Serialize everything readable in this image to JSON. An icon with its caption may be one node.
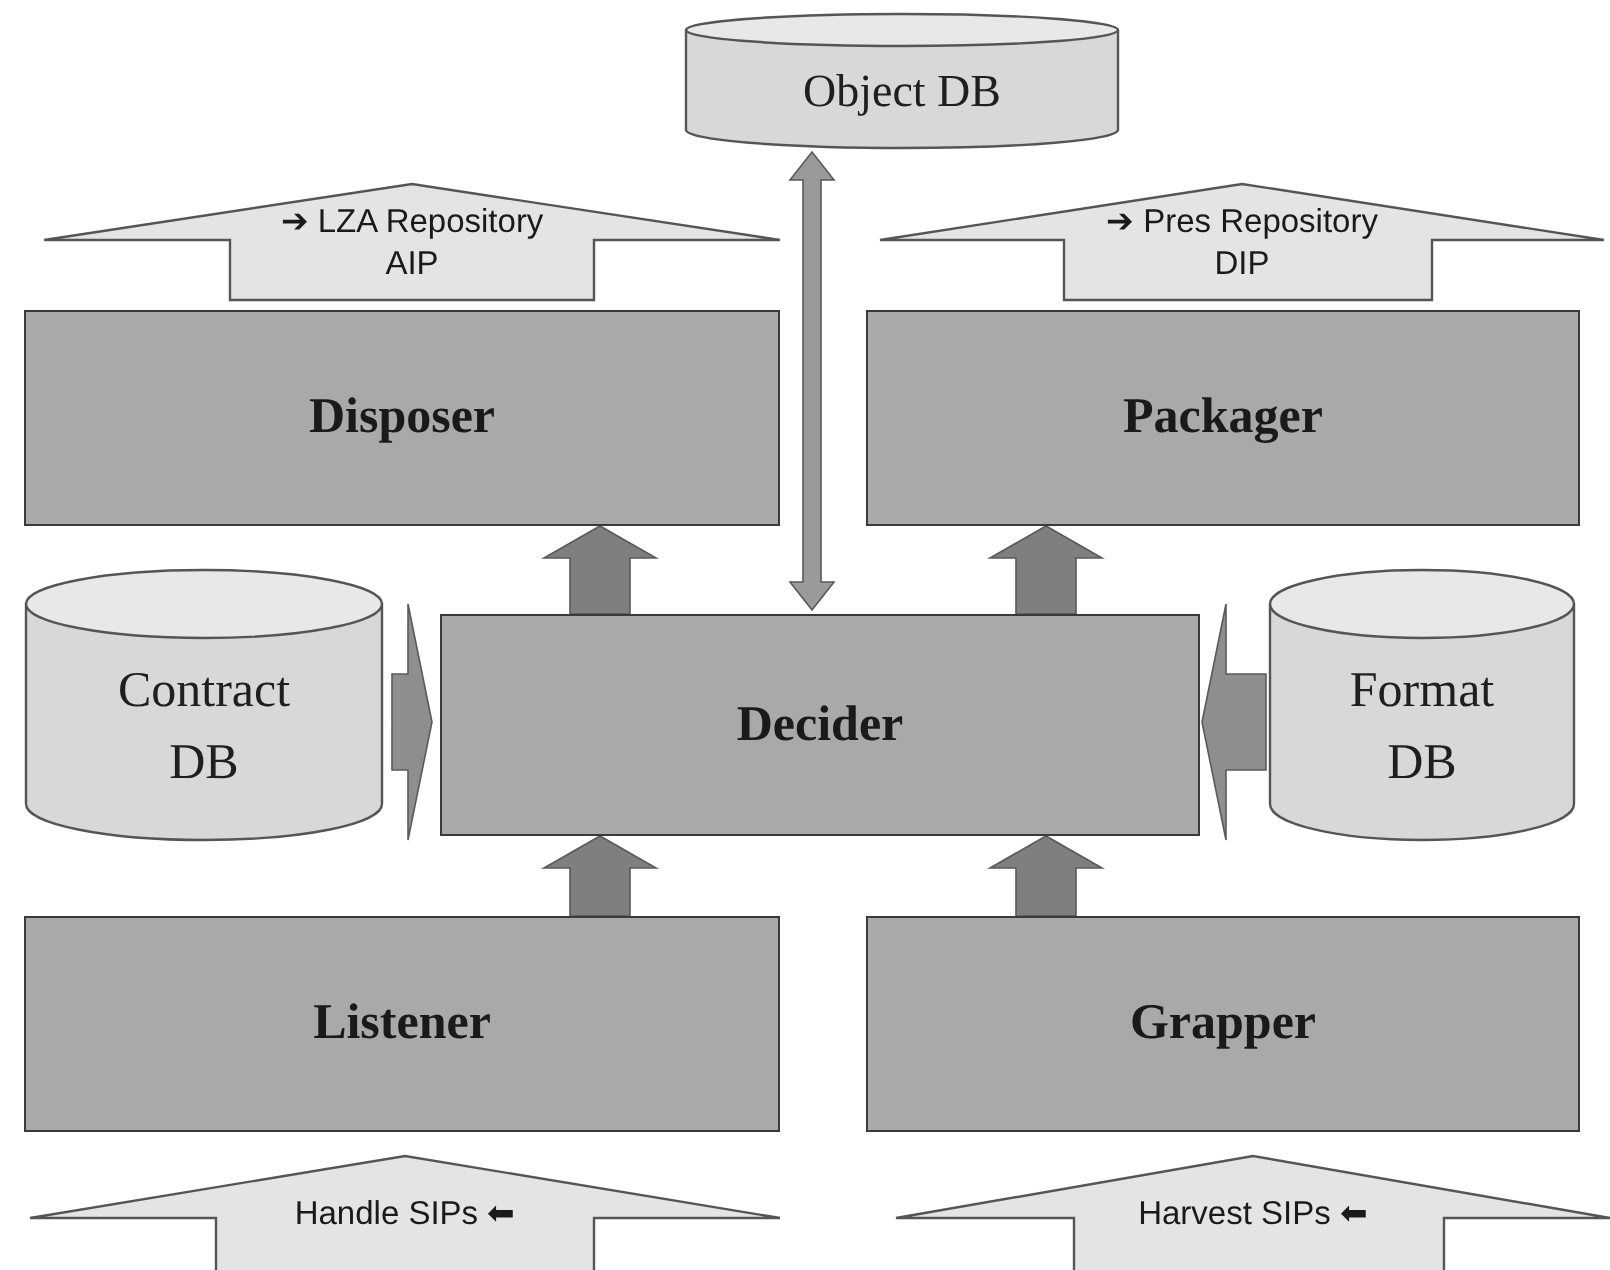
{
  "diagram": {
    "nodes": [
      {
        "text": [
          "Object DB"
        ]
      },
      {
        "text": [
          "➔ LZA Repository AIP"
        ]
      },
      {
        "text": [
          "➔ Pres Repository DIP"
        ]
      },
      {
        "text": [
          "Disposer"
        ]
      },
      {
        "text": [
          "Packager"
        ]
      },
      {
        "text": [
          "Contract DB"
        ]
      },
      {
        "text": [
          "Decider"
        ]
      },
      {
        "text": [
          "Format DB"
        ]
      },
      {
        "text": [
          "Listener"
        ]
      },
      {
        "text": [
          "Grapper"
        ]
      },
      {
        "text": [
          "Handle SIPs ⬅"
        ]
      },
      {
        "text": [
          "Harvest SIPs ⬅"
        ]
      }
    ],
    "edges": [
      {
        "from": 6,
        "to": 3,
        "arrow": "to"
      },
      {
        "from": 6,
        "to": 4,
        "arrow": "to"
      },
      {
        "from": 6,
        "to": 0,
        "arrow": "both"
      },
      {
        "from": 5,
        "to": 6,
        "arrow": "to"
      },
      {
        "from": 7,
        "to": 6,
        "arrow": "to"
      },
      {
        "from": 8,
        "to": 6,
        "arrow": "to"
      },
      {
        "from": 9,
        "to": 6,
        "arrow": "to"
      }
    ]
  }
}
